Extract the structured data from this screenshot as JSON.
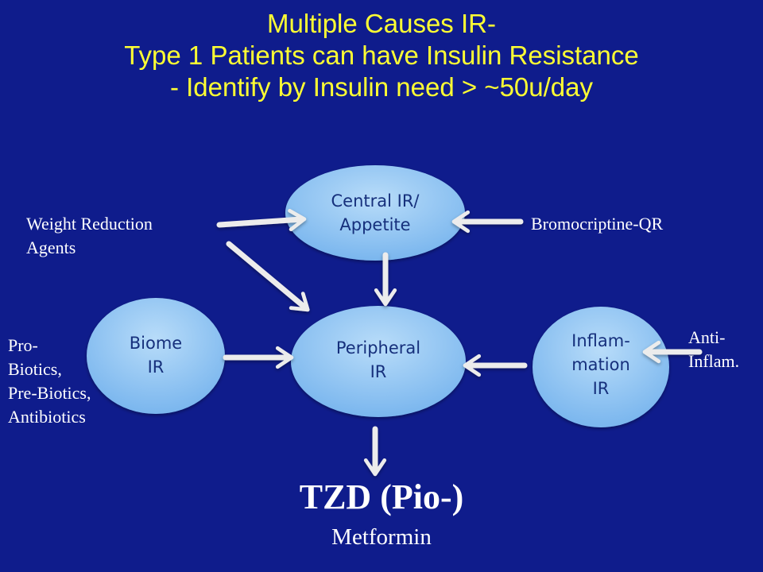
{
  "title": {
    "line1": "Multiple Causes IR-",
    "line2": "Type 1 Patients can have Insulin Resistance",
    "line3": "- Identify by Insulin need > ~50u/day"
  },
  "nodes": {
    "central": {
      "line1": "Central IR/",
      "line2": "Appetite"
    },
    "peripheral": {
      "line1": "Peripheral",
      "line2": "IR"
    },
    "biome": {
      "line1": "Biome",
      "line2": "IR"
    },
    "inflammation": {
      "line1": "Inflam-",
      "line2": "mation",
      "line3": "IR"
    }
  },
  "labels": {
    "weight_reduction": {
      "line1": "Weight Reduction",
      "line2": "Agents"
    },
    "bromocriptine": "Bromocriptine-QR",
    "probiotics": {
      "line1": "Pro-",
      "line2": "Biotics,",
      "line3": "Pre-Biotics,",
      "line4": "Antibiotics"
    },
    "anti_inflam": {
      "line1": "Anti-",
      "line2": "Inflam."
    }
  },
  "outcome": {
    "tzd": "TZD (Pio-)",
    "metformin": "Metformin"
  },
  "colors": {
    "background": "#0f1c8c",
    "title": "#ffff33",
    "node_fill": "#8ec4f3",
    "node_text": "#16307c",
    "arrow": "#ececec"
  }
}
